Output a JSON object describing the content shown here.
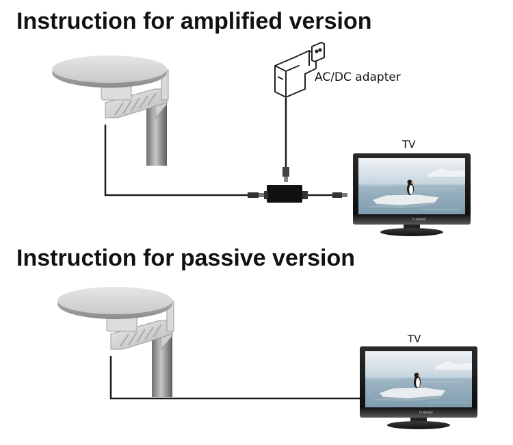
{
  "amplified": {
    "title": "Instruction for amplified version",
    "adapter_label": "AC/DC adapter",
    "tv_label": "TV",
    "tv_brand": "TV BRAND"
  },
  "passive": {
    "title": "Instruction for passive version",
    "tv_label": "TV",
    "tv_brand": "TV BRAND"
  },
  "icons": [
    "antenna-icon",
    "ac-dc-adapter-icon",
    "power-inserter-icon",
    "tv-icon",
    "coax-connector-icon"
  ]
}
